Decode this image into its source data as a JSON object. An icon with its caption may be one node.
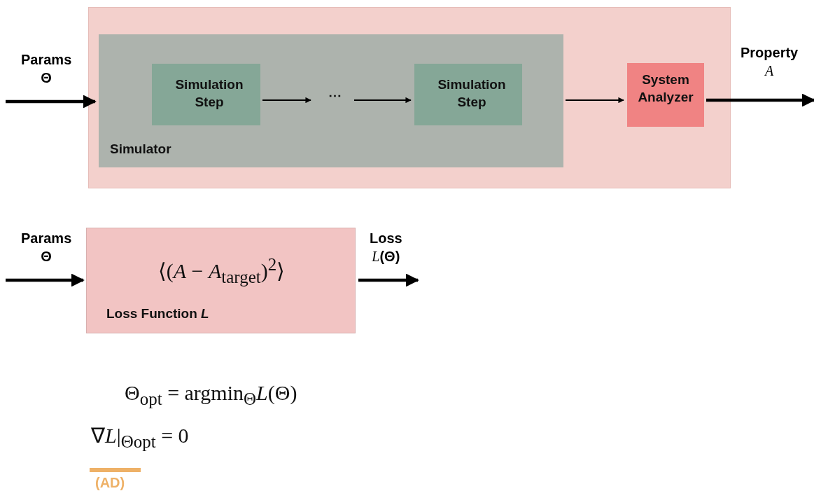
{
  "diagram": {
    "nodes": [
      {
        "text": [],
        "shape": "box"
      },
      {
        "text": [
          "Simulator"
        ],
        "in": 0
      },
      {
        "text": [
          "Simulation Step"
        ],
        "in": 1
      },
      {
        "text": [
          "⋯"
        ],
        "in": 1
      },
      {
        "text": [
          "Simulation Step"
        ],
        "in": 1
      },
      {
        "text": [
          "System Analyzer"
        ],
        "in": 0
      },
      {
        "text": [
          "⟨(*A* − *A*$_{target}$)$^{2}$⟩",
          "Loss Function *L*"
        ]
      }
    ],
    "edges": [
      {
        "from": null,
        "to": 1,
        "arrow": "to",
        "label": "Params Θ"
      },
      {
        "from": 2,
        "to": 3,
        "arrow": "to"
      },
      {
        "from": 3,
        "to": 4,
        "arrow": "to"
      },
      {
        "from": 1,
        "to": 5,
        "arrow": "to"
      },
      {
        "from": 5,
        "to": null,
        "arrow": "to",
        "label": "Property *A*"
      },
      {
        "from": null,
        "to": 6,
        "arrow": "to",
        "label": "Params Θ"
      },
      {
        "from": 6,
        "to": null,
        "arrow": "to",
        "label": "Loss *L*(Θ)"
      }
    ],
    "labels": [
      "Θ$_{opt}$ = argmin$_{Θ}$*L*(Θ)",
      "∇*L*|$_{Θopt}$ = 0",
      "(AD)"
    ]
  }
}
